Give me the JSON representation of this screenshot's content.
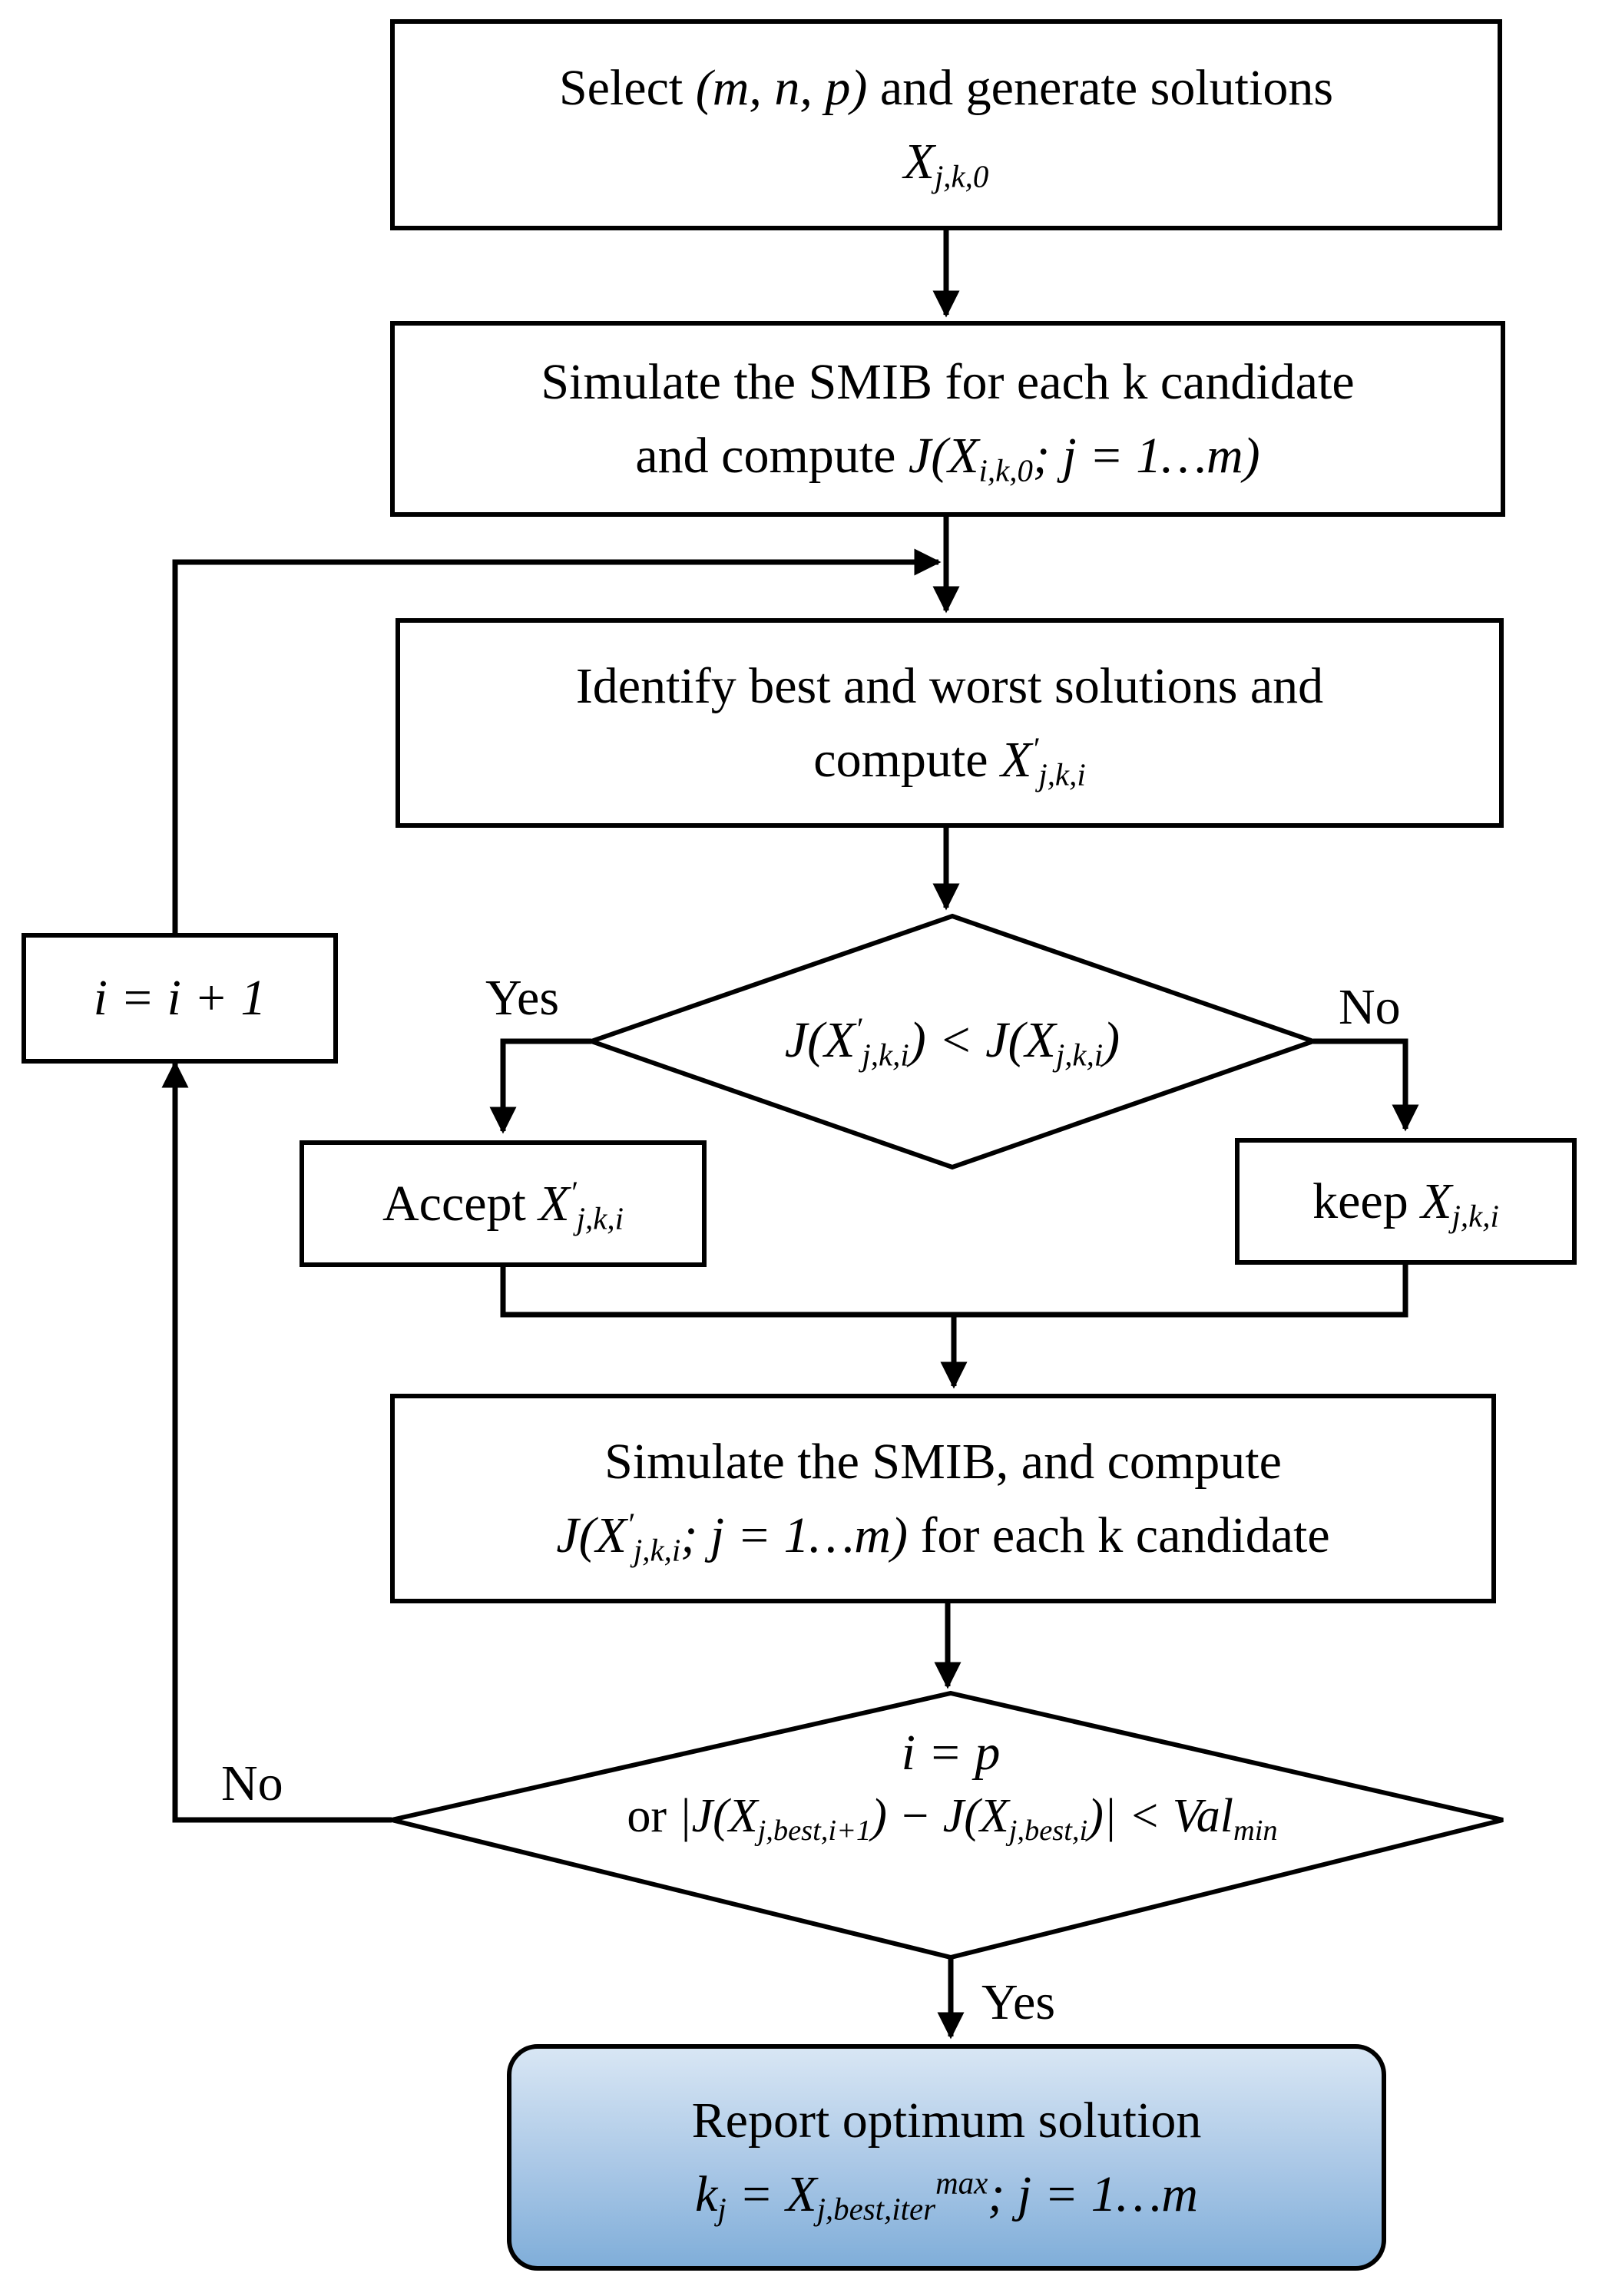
{
  "step1": {
    "line1_prefix": "Select ",
    "line1_math": "(m, n, p)",
    "line1_suffix": " and generate solutions",
    "var_main": "X",
    "var_sub": "j,k,0"
  },
  "step2": {
    "line1": "Simulate the SMIB  for each k candidate",
    "line2_prefix": "and compute ",
    "line2_math_a": "J(X",
    "line2_sub": "i,k,0",
    "line2_math_b": "; j = 1…m)"
  },
  "step3": {
    "line1": "Identify best and worst solutions and",
    "line2_prefix": "compute ",
    "var_main": "X",
    "var_sup": "′",
    "var_sub": "j,k,i"
  },
  "decision1": {
    "math_a": "J(X",
    "sup_a": "′",
    "sub_a": "j,k,i",
    "math_mid": ") < J(X",
    "sub_b": "j,k,i",
    "math_end": ")",
    "yes_label": "Yes",
    "no_label": "No"
  },
  "accept_box": {
    "prefix": "Accept ",
    "var_main": "X",
    "var_sup": "′",
    "var_sub": "j,k,i"
  },
  "keep_box": {
    "prefix": "keep ",
    "var_main": "X",
    "var_sub": "j,k,i"
  },
  "step4": {
    "line1": "Simulate the SMIB, and compute",
    "math_a": "J(X",
    "sup": "′",
    "sub": "j,k,i",
    "math_b": "; j = 1…m)",
    "suffix": " for each k candidate"
  },
  "decision2": {
    "line1": "i = p",
    "or_text": "or ",
    "math_a": "|J(X",
    "sub_a": "j,best,i+1",
    "math_mid": ") − J(X",
    "sub_b": "j,best,i",
    "math_c": ")| < Val",
    "sub_c": "min",
    "no_label": "No",
    "yes_label": "Yes"
  },
  "increment_box": {
    "text": "i = i + 1"
  },
  "result": {
    "line1": "Report optimum solution",
    "math_a": "k",
    "sub_a": "j",
    "math_b": " = X",
    "sub_b": "j,best,iter",
    "sup_b": "max",
    "math_c": "; j = 1…m"
  },
  "colors": {
    "stroke": "#000000",
    "result_fill_top": "#d8e6f4",
    "result_fill_bottom": "#80aed9"
  }
}
